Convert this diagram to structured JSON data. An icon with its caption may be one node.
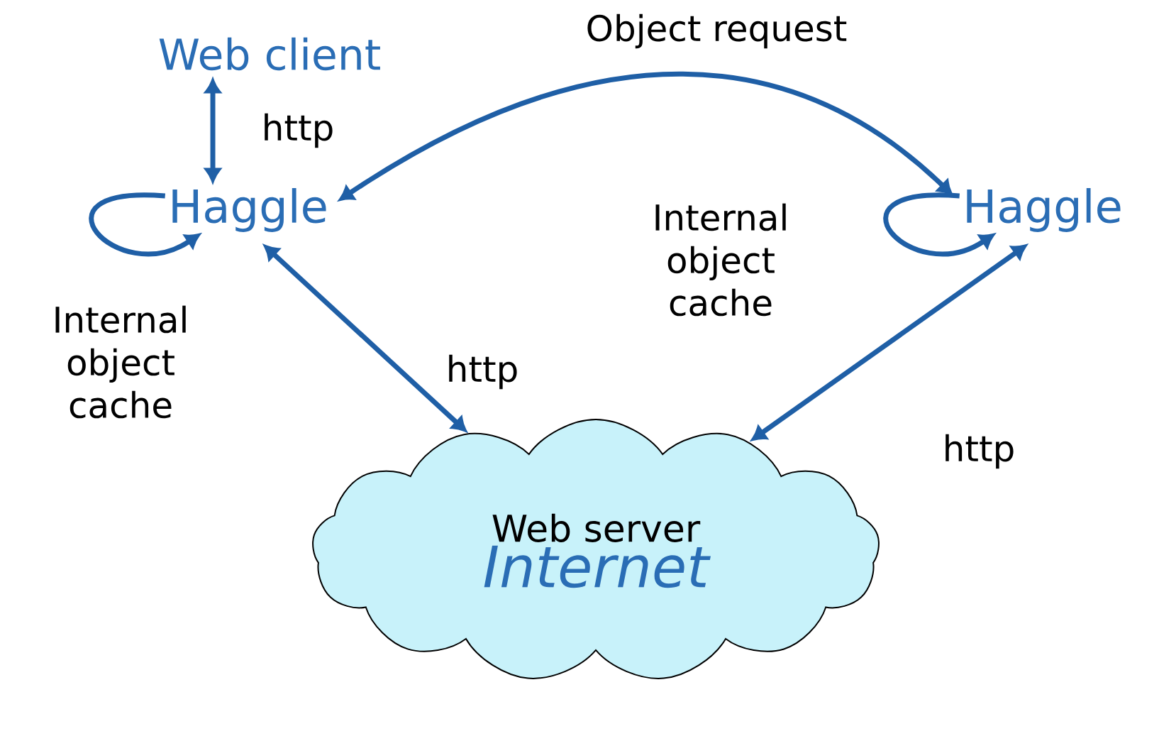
{
  "diagram": {
    "nodes": [
      {
        "text": [
          "Web client"
        ]
      },
      {
        "text": [
          "Haggle"
        ]
      },
      {
        "text": [
          "Haggle"
        ]
      },
      {
        "text": [
          "Web server",
          "Internet"
        ]
      }
    ],
    "edges": [
      {
        "from": 0,
        "to": 1,
        "arrow": "both",
        "label": "http"
      },
      {
        "from": 1,
        "to": 2,
        "arrow": "both",
        "label": "Object request"
      },
      {
        "from": 1,
        "to": 1,
        "arrow": "to",
        "label": "Internal object cache"
      },
      {
        "from": 1,
        "to": 3,
        "arrow": "both",
        "label": "http"
      },
      {
        "from": 2,
        "to": 2,
        "arrow": "to",
        "label": "Internal object cache"
      },
      {
        "from": 2,
        "to": 3,
        "arrow": "both",
        "label": "http"
      }
    ]
  }
}
